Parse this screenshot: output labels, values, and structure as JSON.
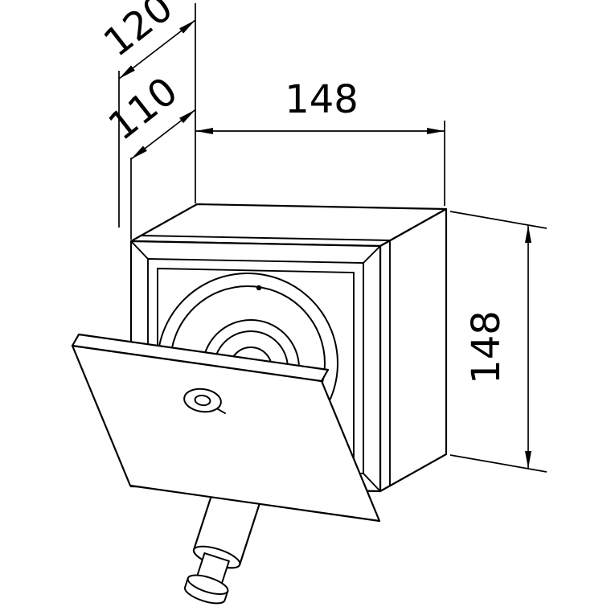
{
  "drawing": {
    "background": "#ffffff",
    "line_color": "#000000",
    "description": "Isometric technical drawing of a wall-mounted box with tilted-open front door, internal drum, keyed lock and push knob",
    "dims": {
      "depth_upper": "120",
      "depth_lower": "110",
      "width": "148",
      "height": "148"
    }
  }
}
